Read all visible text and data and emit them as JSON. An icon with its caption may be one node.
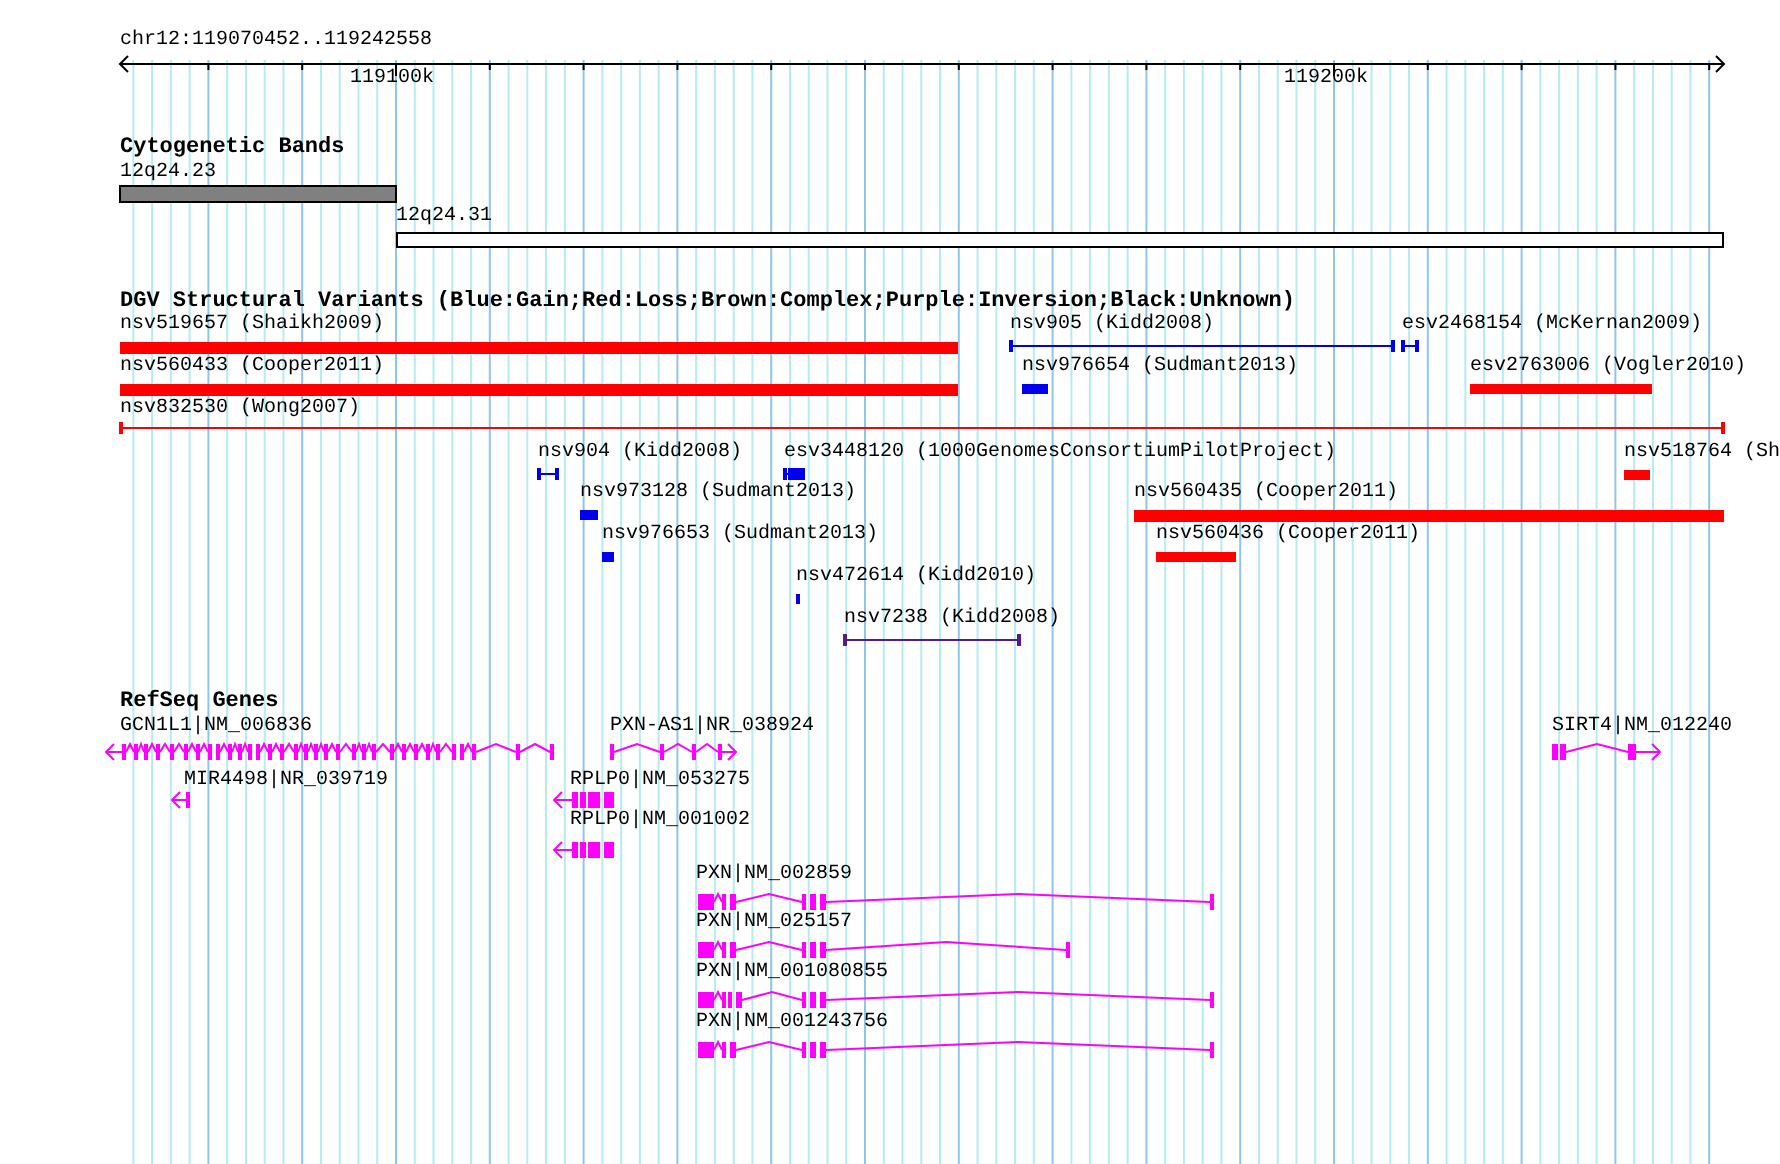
{
  "diagram": {
    "labels": [
      "chr12:119070452..119242558",
      "119100k",
      "119200k",
      "Cytogenetic Bands",
      "12q24.23",
      "12q24.31",
      "DGV Structural Variants (Blue:Gain;Red:Loss;Brown:Complex;Purple:Inversion;Black:Unknown)",
      "nsv519657 (Shaikh2009)",
      "nsv905 (Kidd2008)",
      "esv2468154 (McKernan2009)",
      "nsv560433 (Cooper2011)",
      "nsv976654 (Sudmant2013)",
      "esv2763006 (Vogler2010)",
      "nsv832530 (Wong2007)",
      "nsv904 (Kidd2008)",
      "esv3448120 (1000GenomesConsortiumPilotProject)",
      "nsv518764 (Sh",
      "nsv973128 (Sudmant2013)",
      "nsv560435 (Cooper2011)",
      "nsv976653 (Sudmant2013)",
      "nsv560436 (Cooper2011)",
      "nsv472614 (Kidd2010)",
      "nsv7238 (Kidd2008)",
      "RefSeq Genes",
      "GCN1L1|NM_006836",
      "PXN-AS1|NR_038924",
      "SIRT4|NM_012240",
      "MIR4498|NR_039719",
      "RPLP0|NM_053275",
      "RPLP0|NM_001002",
      "PXN|NM_002859",
      "PXN|NM_025157",
      "PXN|NM_001080855",
      "PXN|NM_001243756"
    ]
  }
}
